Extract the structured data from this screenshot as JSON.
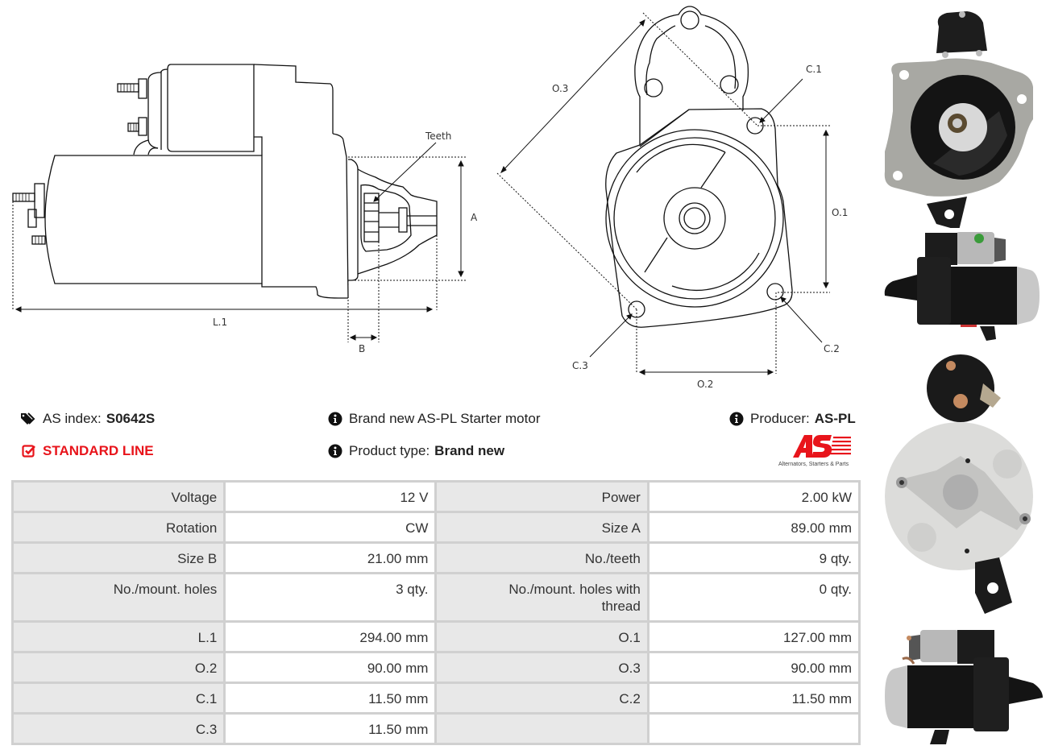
{
  "drawings": {
    "side_view": {
      "labels": {
        "teeth": "Teeth",
        "a": "A",
        "b": "B",
        "l1": "L.1"
      }
    },
    "front_view": {
      "labels": {
        "o1": "O.1",
        "o2": "O.2",
        "o3": "O.3",
        "c1": "C.1",
        "c2": "C.2",
        "c3": "C.3"
      }
    }
  },
  "info": {
    "as_index_label": "AS index:",
    "as_index_value": "S0642S",
    "line_label": "STANDARD LINE",
    "description": "Brand new AS-PL Starter motor",
    "product_type_label": "Product type:",
    "product_type_value": "Brand new",
    "producer_label": "Producer:",
    "producer_value": "AS-PL"
  },
  "logo": {
    "text": "AS",
    "tagline": "Alternators, Starters & Parts",
    "color": "#e8141b"
  },
  "specs": {
    "rows": [
      {
        "l1": "Voltage",
        "v1": "12 V",
        "l2": "Power",
        "v2": "2.00 kW"
      },
      {
        "l1": "Rotation",
        "v1": "CW",
        "l2": "Size A",
        "v2": "89.00 mm"
      },
      {
        "l1": "Size B",
        "v1": "21.00 mm",
        "l2": "No./teeth",
        "v2": "9 qty."
      },
      {
        "l1": "No./mount. holes",
        "v1": "3 qty.",
        "l2": "No./mount. holes with thread",
        "v2": "0 qty."
      },
      {
        "l1": "L.1",
        "v1": "294.00 mm",
        "l2": "O.1",
        "v2": "127.00 mm"
      },
      {
        "l1": "O.2",
        "v1": "90.00 mm",
        "l2": "O.3",
        "v2": "90.00 mm"
      },
      {
        "l1": "C.1",
        "v1": "11.50 mm",
        "l2": "C.2",
        "v2": "11.50 mm"
      },
      {
        "l1": "C.3",
        "v1": "11.50 mm",
        "l2": "",
        "v2": ""
      }
    ]
  },
  "icons": {
    "tags": "tags-icon",
    "checkbox": "check-square-icon",
    "info": "info-circle-icon"
  },
  "colors": {
    "accent_red": "#e8141b",
    "label_cell_bg": "#e8e8e8",
    "table_border": "#d0d0d0"
  }
}
